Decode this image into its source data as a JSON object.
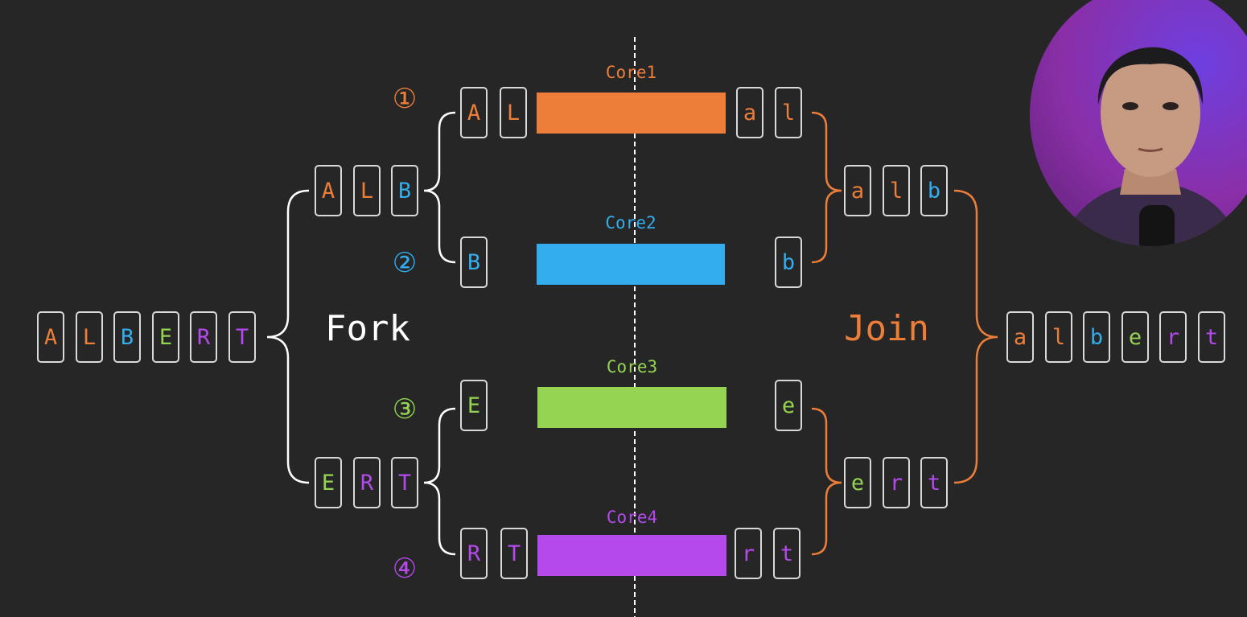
{
  "colors": {
    "orange": "#ec7e3a",
    "blue": "#33aded",
    "green": "#95d452",
    "purple": "#b44aec",
    "white": "#ffffff",
    "box_border": "#d9d9d9",
    "background": "#262626"
  },
  "input": {
    "letters": [
      "A",
      "L",
      "B",
      "E",
      "R",
      "T"
    ],
    "colors": [
      "orange",
      "orange",
      "blue",
      "green",
      "purple",
      "purple"
    ]
  },
  "fork_label": "Fork",
  "join_label": "Join",
  "fork_groups": [
    {
      "letters": [
        "A",
        "L",
        "B"
      ],
      "colors": [
        "orange",
        "orange",
        "blue"
      ]
    },
    {
      "letters": [
        "E",
        "R",
        "T"
      ],
      "colors": [
        "green",
        "purple",
        "purple"
      ]
    }
  ],
  "cores": [
    {
      "label": "Core1",
      "number": "①",
      "color": "orange",
      "input": [
        "A",
        "L"
      ],
      "output": [
        "a",
        "l"
      ]
    },
    {
      "label": "Core2",
      "number": "②",
      "color": "blue",
      "input": [
        "B"
      ],
      "output": [
        "b"
      ]
    },
    {
      "label": "Core3",
      "number": "③",
      "color": "green",
      "input": [
        "E"
      ],
      "output": [
        "e"
      ]
    },
    {
      "label": "Core4",
      "number": "④",
      "color": "purple",
      "input": [
        "R",
        "T"
      ],
      "output": [
        "r",
        "t"
      ]
    }
  ],
  "join_groups": [
    {
      "letters": [
        "a",
        "l",
        "b"
      ],
      "colors": [
        "orange",
        "orange",
        "blue"
      ]
    },
    {
      "letters": [
        "e",
        "r",
        "t"
      ],
      "colors": [
        "green",
        "purple",
        "purple"
      ]
    }
  ],
  "output": {
    "letters": [
      "a",
      "l",
      "b",
      "e",
      "r",
      "t"
    ],
    "colors": [
      "orange",
      "orange",
      "blue",
      "green",
      "purple",
      "purple"
    ]
  }
}
